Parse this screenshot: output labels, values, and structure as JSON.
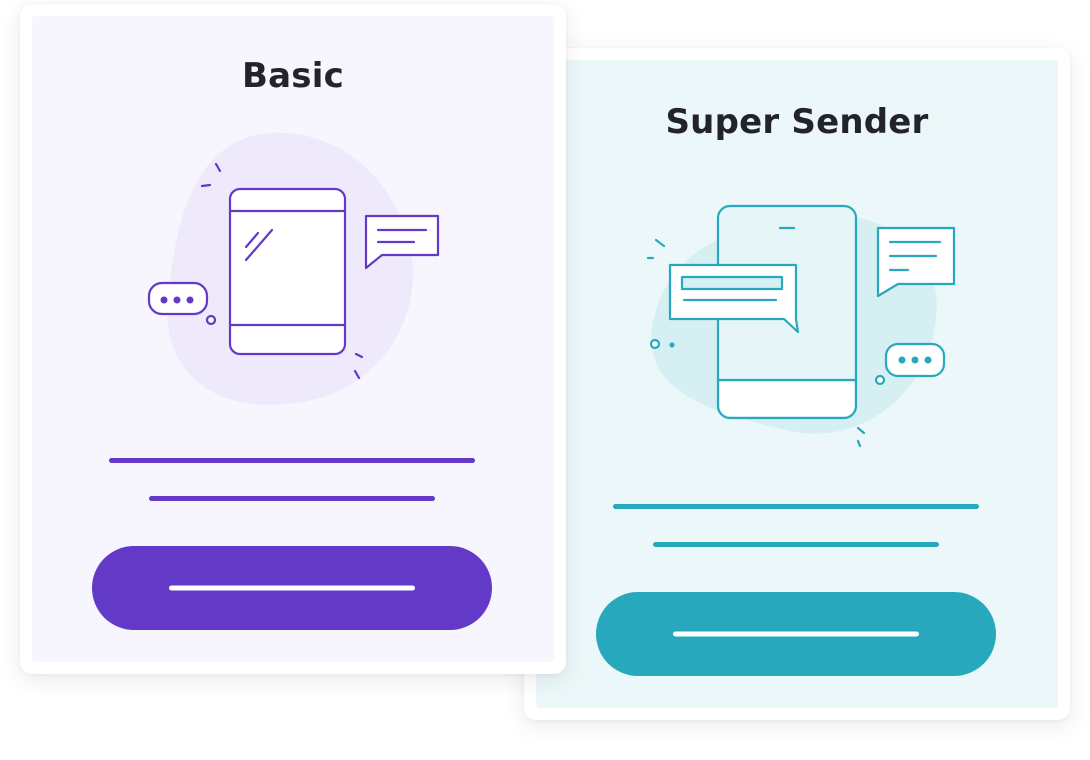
{
  "cards": [
    {
      "id": "basic",
      "title": "Basic",
      "accent": "#6339c7",
      "blob": "#efeafb",
      "background": "#f7f5fd",
      "icon": "phone-chat-icon",
      "button_icon": "pill-button"
    },
    {
      "id": "super-sender",
      "title": "Super Sender",
      "accent": "#27a8bd",
      "blob": "#d6eff3",
      "background": "#ebf7f8",
      "icon": "phone-multi-chat-icon",
      "button_icon": "pill-button"
    }
  ]
}
